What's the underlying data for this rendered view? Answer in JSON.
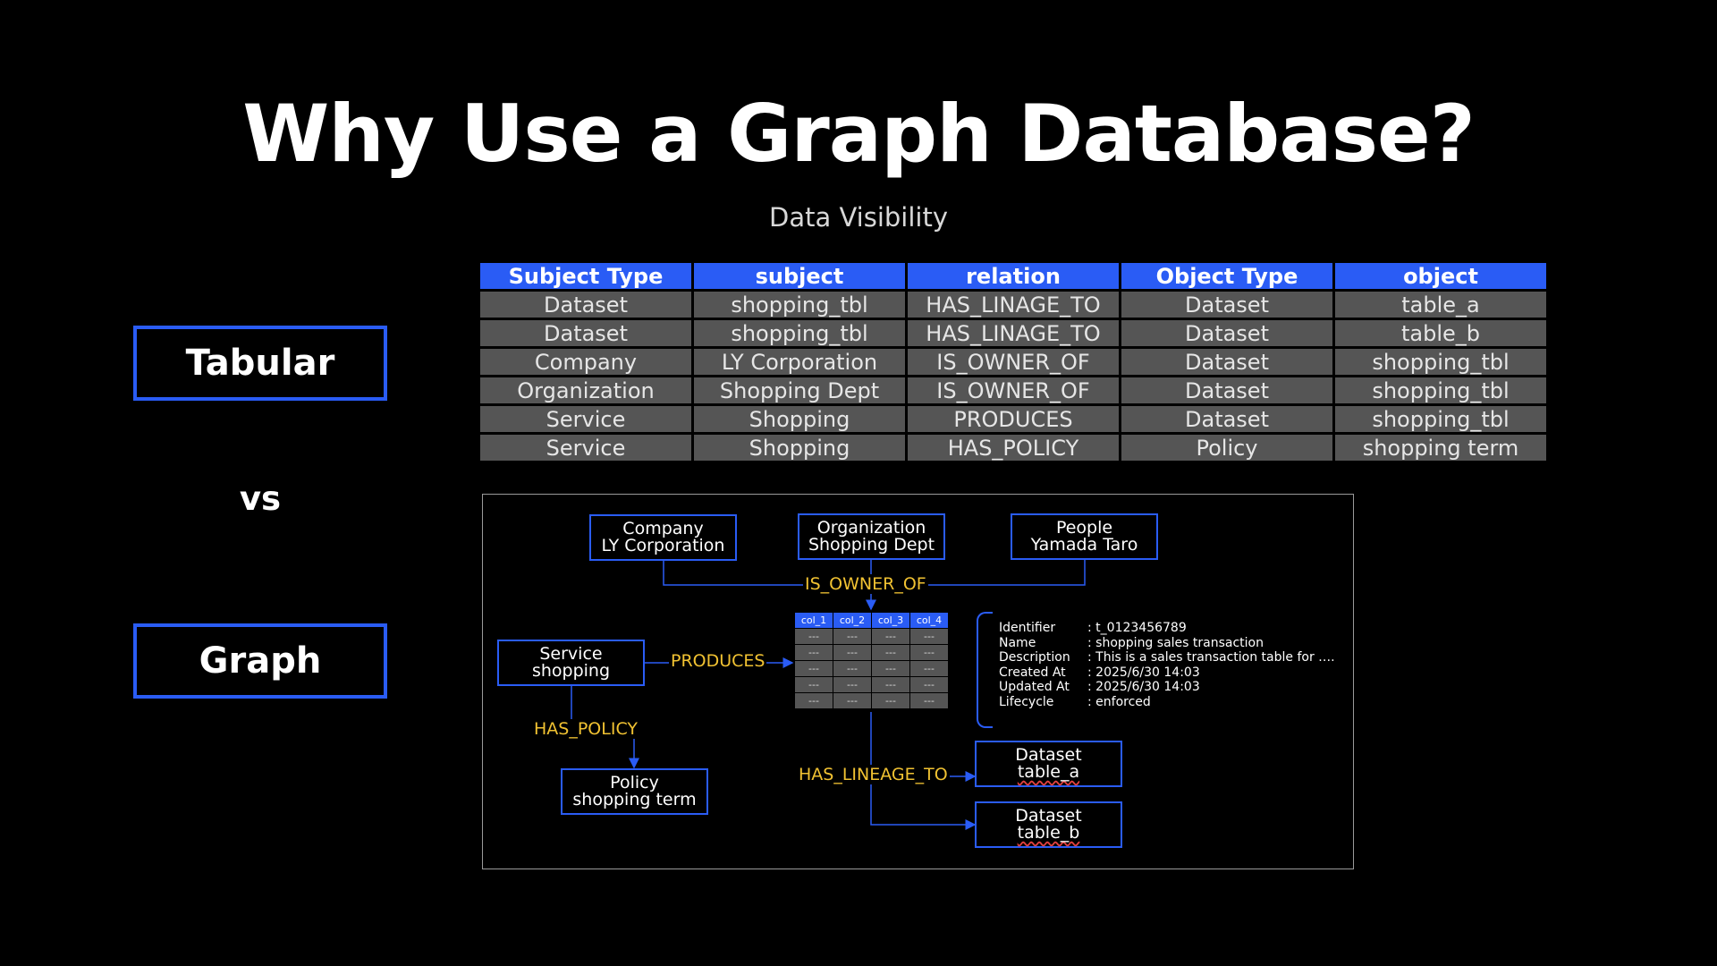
{
  "title": "Why Use a Graph Database?",
  "subtitle": "Data Visibility",
  "labels": {
    "tabular": "Tabular",
    "vs": "vs",
    "graph": "Graph"
  },
  "table": {
    "headers": [
      "Subject Type",
      "subject",
      "relation",
      "Object Type",
      "object"
    ],
    "rows": [
      [
        "Dataset",
        "shopping_tbl",
        "HAS_LINAGE_TO",
        "Dataset",
        "table_a"
      ],
      [
        "Dataset",
        "shopping_tbl",
        "HAS_LINAGE_TO",
        "Dataset",
        "table_b"
      ],
      [
        "Company",
        "LY Corporation",
        "IS_OWNER_OF",
        "Dataset",
        "shopping_tbl"
      ],
      [
        "Organization",
        "Shopping Dept",
        "IS_OWNER_OF",
        "Dataset",
        "shopping_tbl"
      ],
      [
        "Service",
        "Shopping",
        "PRODUCES",
        "Dataset",
        "shopping_tbl"
      ],
      [
        "Service",
        "Shopping",
        "HAS_POLICY",
        "Policy",
        "shopping term"
      ]
    ]
  },
  "graph": {
    "nodes": {
      "company": {
        "type": "Company",
        "name": "LY Corporation"
      },
      "org": {
        "type": "Organization",
        "name": "Shopping Dept"
      },
      "people": {
        "type": "People",
        "name": "Yamada Taro"
      },
      "service": {
        "type": "Service",
        "name": "shopping"
      },
      "policy": {
        "type": "Policy",
        "name": "shopping term"
      },
      "table_a": {
        "type": "Dataset",
        "name": "table_a"
      },
      "table_b": {
        "type": "Dataset",
        "name": "table_b"
      }
    },
    "relations": {
      "owner": "IS_OWNER_OF",
      "produces": "PRODUCES",
      "policy": "HAS_POLICY",
      "lineage": "HAS_LINEAGE_TO"
    },
    "mini_table": {
      "headers": [
        "col_1",
        "col_2",
        "col_3",
        "col_4"
      ],
      "cell": "---",
      "rows": 5
    },
    "metadata": [
      {
        "key": "Identifier",
        "value": ": t_0123456789"
      },
      {
        "key": "Name",
        "value": ": shopping sales transaction"
      },
      {
        "key": "Description",
        "value": ": This is a sales transaction table for …."
      },
      {
        "key": "Created At",
        "value": ": 2025/6/30 14:03"
      },
      {
        "key": "Updated At",
        "value": ": 2025/6/30 14:03"
      },
      {
        "key": "Lifecycle",
        "value": ": enforced"
      }
    ]
  },
  "colors": {
    "accent": "#2a5cf5",
    "relation": "#f1c232",
    "cell": "#555555"
  }
}
